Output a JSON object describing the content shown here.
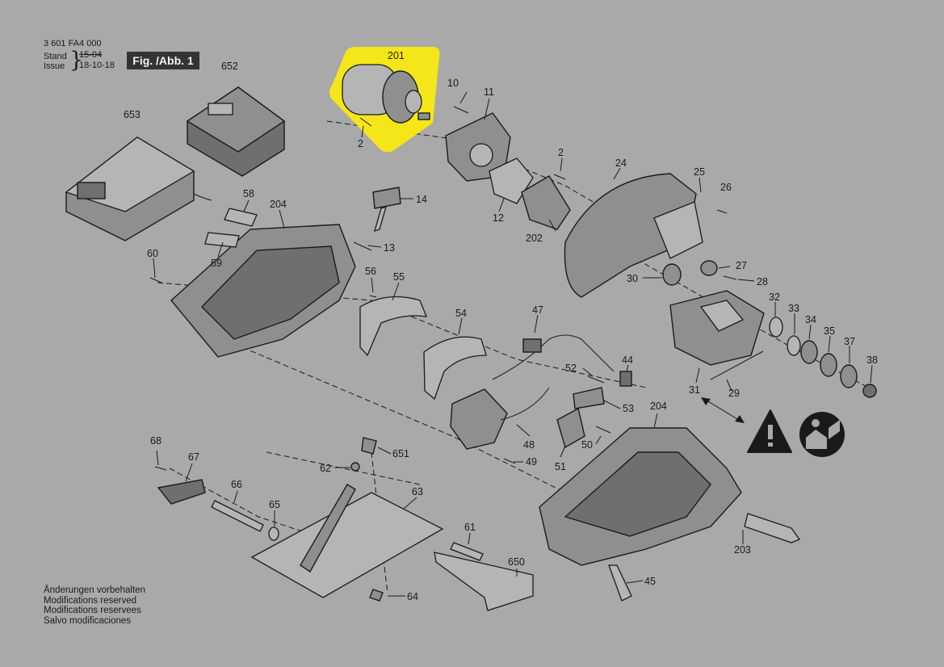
{
  "header": {
    "doc_number": "3 601 FA4 000",
    "stand_label": "Stand",
    "issue_label": "Issue",
    "stand_value": "15-04",
    "issue_value": "18-10-18",
    "fig_label": "Fig. /Abb. 1"
  },
  "notes": [
    "Änderungen vorbehalten",
    "Modifications reserved",
    "Modifications reservees",
    "Salvo modificaciones"
  ],
  "highlight_color": "#f5e61a",
  "icons": [
    "warning-icon",
    "read-manual-icon"
  ],
  "labels": [
    {
      "id": "p201",
      "text": "201"
    },
    {
      "id": "p652",
      "text": "652"
    },
    {
      "id": "p653",
      "text": "653"
    },
    {
      "id": "p10",
      "text": "10"
    },
    {
      "id": "p11",
      "text": "11"
    },
    {
      "id": "p2a",
      "text": "2"
    },
    {
      "id": "p2b",
      "text": "2"
    },
    {
      "id": "p24",
      "text": "24"
    },
    {
      "id": "p25",
      "text": "25"
    },
    {
      "id": "p26",
      "text": "26"
    },
    {
      "id": "p12",
      "text": "12"
    },
    {
      "id": "p202",
      "text": "202"
    },
    {
      "id": "p58",
      "text": "58"
    },
    {
      "id": "p204a",
      "text": "204"
    },
    {
      "id": "p14",
      "text": "14"
    },
    {
      "id": "p13",
      "text": "13"
    },
    {
      "id": "p59",
      "text": "59"
    },
    {
      "id": "p60",
      "text": "60"
    },
    {
      "id": "p56",
      "text": "56"
    },
    {
      "id": "p55",
      "text": "55"
    },
    {
      "id": "p27",
      "text": "27"
    },
    {
      "id": "p28",
      "text": "28"
    },
    {
      "id": "p30",
      "text": "30"
    },
    {
      "id": "p32",
      "text": "32"
    },
    {
      "id": "p33",
      "text": "33"
    },
    {
      "id": "p34",
      "text": "34"
    },
    {
      "id": "p35",
      "text": "35"
    },
    {
      "id": "p37",
      "text": "37"
    },
    {
      "id": "p38",
      "text": "38"
    },
    {
      "id": "p47",
      "text": "47"
    },
    {
      "id": "p54",
      "text": "54"
    },
    {
      "id": "p44",
      "text": "44"
    },
    {
      "id": "p52",
      "text": "52"
    },
    {
      "id": "p31",
      "text": "31"
    },
    {
      "id": "p29",
      "text": "29"
    },
    {
      "id": "p53",
      "text": "53"
    },
    {
      "id": "p204b",
      "text": "204"
    },
    {
      "id": "p50",
      "text": "50"
    },
    {
      "id": "p48",
      "text": "48"
    },
    {
      "id": "p49",
      "text": "49"
    },
    {
      "id": "p51",
      "text": "51"
    },
    {
      "id": "p68",
      "text": "68"
    },
    {
      "id": "p67",
      "text": "67"
    },
    {
      "id": "p651",
      "text": "651"
    },
    {
      "id": "p62",
      "text": "62"
    },
    {
      "id": "p66",
      "text": "66"
    },
    {
      "id": "p63",
      "text": "63"
    },
    {
      "id": "p65",
      "text": "65"
    },
    {
      "id": "p61",
      "text": "61"
    },
    {
      "id": "p650",
      "text": "650"
    },
    {
      "id": "p203",
      "text": "203"
    },
    {
      "id": "p45",
      "text": "45"
    },
    {
      "id": "p64",
      "text": "64"
    }
  ]
}
